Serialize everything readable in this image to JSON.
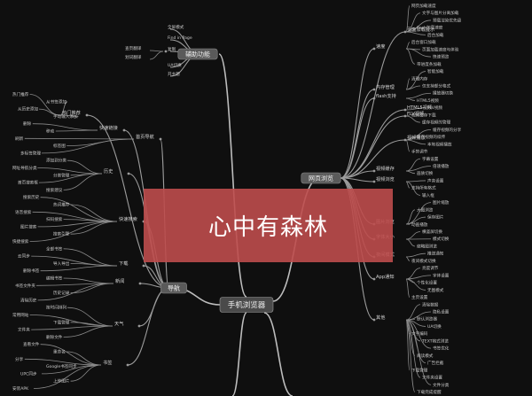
{
  "root": "手机浏览器",
  "banner": {
    "text": "心中有森林",
    "color": "#be4c4c"
  },
  "branches": {
    "aux": {
      "label": "辅助功能",
      "items": [
        "全屏模式",
        "Find in Page",
        "复制",
        "查页翻译",
        "划词翻译",
        "UA切换",
        "开主题"
      ]
    },
    "nav": {
      "label": "导航",
      "items": [
        "首页导航",
        "热门推荐",
        "新闻",
        "天气",
        "快速链接",
        "快速搜索",
        "历史",
        "书签",
        "下载"
      ],
      "leaves": [
        "热门推荐",
        "从书签添加",
        "从历史添加",
        "手动输入添加",
        "删除",
        "移动",
        "刷新",
        "标签图",
        "多标签管理",
        "添加到分类",
        "网址导航分类",
        "分类管理",
        "首页搜索框",
        "搜索建议",
        "搜索历史",
        "热词推荐",
        "语音搜索",
        "扫码搜索",
        "图片搜索",
        "搜索引擎",
        "快捷搜索",
        "全部书签",
        "云同步",
        "导入导出",
        "删除书签",
        "编辑书签",
        "书签文件夹",
        "历史记录",
        "清除历史",
        "按时间排列",
        "常用网站",
        "下载管理",
        "文件夹",
        "删除文件",
        "查看文件",
        "重命名",
        "分享",
        "Google书签同步",
        "UPC同步",
        "上传图片",
        "安装APK"
      ]
    },
    "web": {
      "label": "网页浏览",
      "items": [
        "速度",
        "页面加载提示",
        "内存管理",
        "flash支持",
        "视频浏览",
        "HTML5视频",
        "FLV视频",
        "视频播放",
        "视频缓存",
        "图片浏览",
        "App通知",
        "夜间模式",
        "字体大小",
        "其他"
      ],
      "leaves": [
        "网页加载速度",
        "文字与图片分离加载",
        "预载渲染优先级",
        "flash加载速度",
        "后台加载",
        "后台窗口加载",
        "页面加载速度与体验",
        "快速预览",
        "带进度条加载",
        "智能加载",
        "清理内存",
        "仅支持部分格式",
        "播放器切换",
        "HTML5视频",
        "FLV视频",
        "视频缓存下载",
        "缓存视频的管理",
        "缓存视频的分享",
        "缓存视频的续传",
        "本地视频播放",
        "手势调节",
        "字幕设置",
        "倍速播放",
        "画质切换",
        "声音设置",
        "支持所有格式",
        "输入框",
        "图片缩放",
        "大图浏览",
        "保存图片",
        "动画播放",
        "横竖屏切换",
        "模式切换",
        "缩略图浏览",
        "推送通知",
        "夜间模式切换",
        "亮度调节",
        "字体设置",
        "个性化设置",
        "无图模式",
        "主页设置",
        "清除数据",
        "隐私设置",
        "默认浏览器",
        "UA切换",
        "文字编码",
        "TEXT格式浏览",
        "书签优化",
        "阅读模式",
        "广告拦截",
        "下载管理",
        "文件夹设置",
        "文件分类",
        "下载完成提醒"
      ]
    }
  }
}
